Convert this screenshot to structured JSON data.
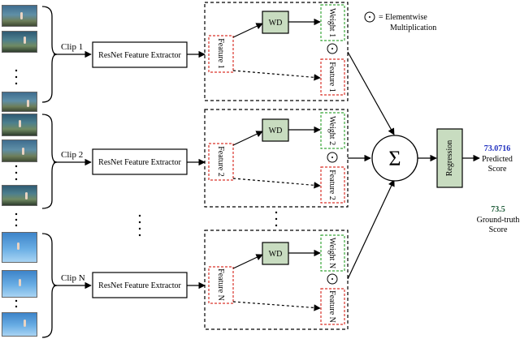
{
  "clips": [
    {
      "label": "Clip 1",
      "extractor": "ResNet Feature Extractor",
      "feature": "Feature 1",
      "weight": "Weight 1",
      "feature_out": "Feature 1"
    },
    {
      "label": "Clip 2",
      "extractor": "ResNet Feature Extractor",
      "feature": "Feature 2",
      "weight": "Weight 2",
      "feature_out": "Feature 2"
    },
    {
      "label": "Clip N",
      "extractor": "ResNet Feature Extractor",
      "feature": "Feature N",
      "weight": "Weight N",
      "feature_out": "Feature N"
    }
  ],
  "wd_label": "WD",
  "legend": {
    "symbol": "·",
    "text_line1": "= Elementwise",
    "text_line2": "Multiplication"
  },
  "sum_symbol": "Σ",
  "regression_label": "Regression",
  "predicted": {
    "value": "73.0716",
    "line1": "Predicted",
    "line2": "Score",
    "color": "#1f2fbf"
  },
  "ground_truth": {
    "value": "73.5",
    "line1": "Ground-truth",
    "line2": "Score",
    "color": "#1f5c3a"
  },
  "ellipsis": "·\n·\n·",
  "colors": {
    "wd_fill": "#c8dcc0",
    "regression_fill": "#c8dcc0",
    "feature_border": "#d9342b",
    "weight_border": "#3aa63a"
  }
}
